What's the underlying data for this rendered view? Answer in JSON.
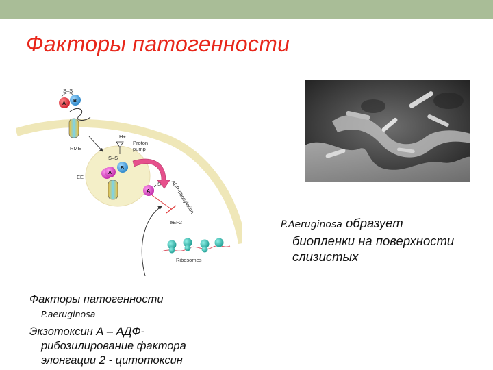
{
  "slide": {
    "title": "Факторы патогенности"
  },
  "diagram": {
    "labels": {
      "ss_top": "S–S",
      "subunit_a": "A",
      "subunit_b": "B",
      "rme": "RME",
      "h_plus": "H+",
      "proton_pump_1": "Proton",
      "proton_pump_2": "pump",
      "ee": "EE",
      "ss_mid": "S–S",
      "sh": "S",
      "adp_ribosylation": "ADP-ribosylation",
      "eef2": "eEF2",
      "ribosomes": "Ribosomes"
    }
  },
  "right_caption": {
    "species": "P.Aeruginosa",
    "line1_rest": " образует",
    "line2": "биопленки на поверхности",
    "line3": "слизистых"
  },
  "left_caption": {
    "line1": "Факторы патогенности",
    "line2": "P.aeruginosa",
    "line3": "Экзотоксин А – АДФ-",
    "line4": "рибозилирование фактора",
    "line5": "элонгации 2 - цитотоксин"
  },
  "colors": {
    "top_bar": "#a9bd97",
    "title": "#e8261a",
    "membrane": "#efe7b8",
    "endosome": "#f4efc8",
    "subunit_a": "#e0243a",
    "subunit_b": "#3aa1dd",
    "subunit_a_mid": "#e040c8",
    "ribosome": "#37b9b0",
    "arrow_pink": "#e6508c"
  }
}
